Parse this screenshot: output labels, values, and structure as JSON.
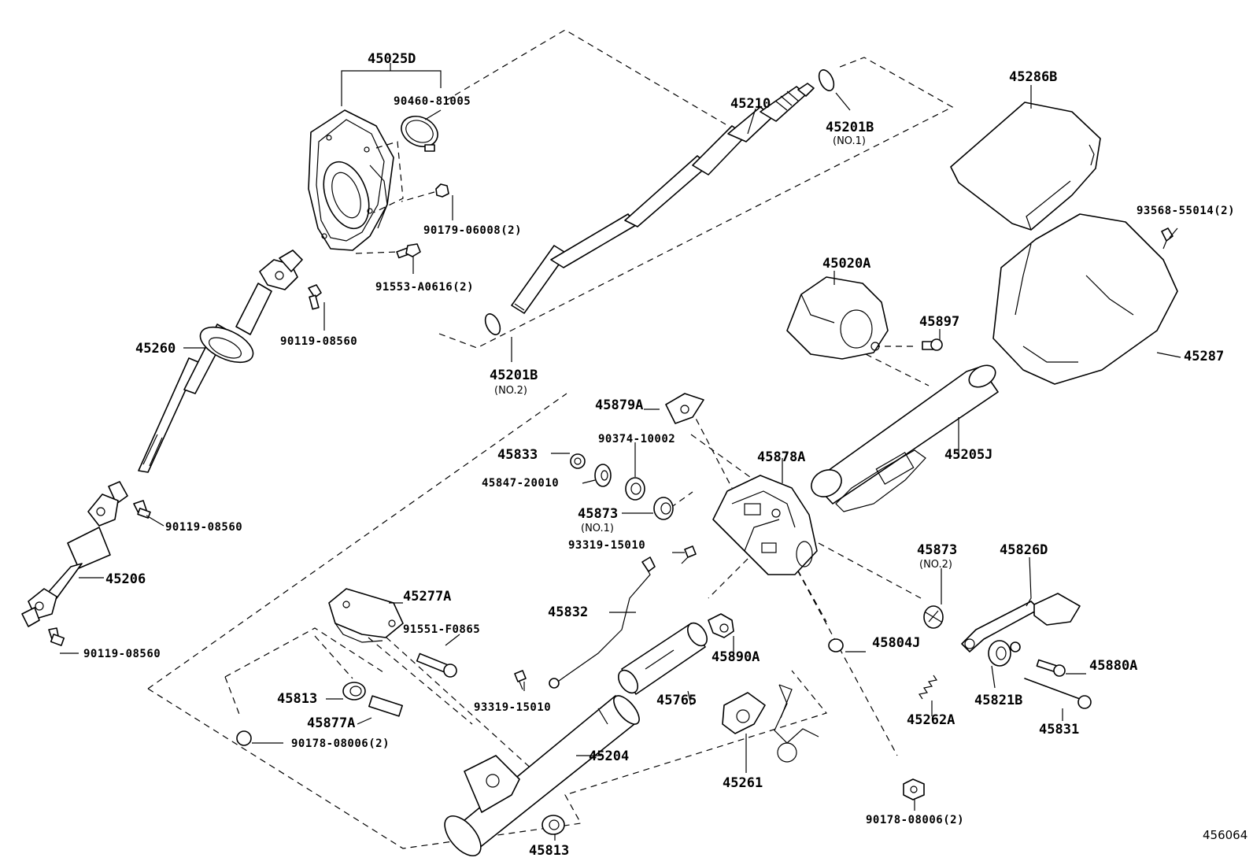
{
  "diagram_code": "456064",
  "labels": {
    "45025D": "45025D",
    "90460_81005": "90460-81005",
    "90179_06008": "90179-06008(2)",
    "91553_A0616": "91553-A0616(2)",
    "90119_08560_a": "90119-08560",
    "90119_08560_b": "90119-08560",
    "90119_08560_c": "90119-08560",
    "45260": "45260",
    "45206": "45206",
    "45210": "45210",
    "45201B_1": "45201B",
    "45201B_1_sub": "(NO.1)",
    "45201B_2": "45201B",
    "45201B_2_sub": "(NO.2)",
    "45286B": "45286B",
    "93568_55014": "93568-55014(2)",
    "45287": "45287",
    "45020A": "45020A",
    "45897": "45897",
    "45205J": "45205J",
    "45879A": "45879A",
    "90374_10002": "90374-10002",
    "45833": "45833",
    "45847_20010": "45847-20010",
    "45873_1": "45873",
    "45873_1_sub": "(NO.1)",
    "45878A": "45878A",
    "93319_15010_a": "93319-15010",
    "93319_15010_b": "93319-15010",
    "45873_2": "45873",
    "45873_2_sub": "(NO.2)",
    "45826D": "45826D",
    "45832": "45832",
    "45277A": "45277A",
    "91551_F0865": "91551-F0865",
    "45890A": "45890A",
    "45804J": "45804J",
    "45880A": "45880A",
    "45813_a": "45813",
    "45813_b": "45813",
    "45877A": "45877A",
    "90178_08006_a": "90178-08006(2)",
    "90178_08006_b": "90178-08006(2)",
    "45765": "45765",
    "45262A": "45262A",
    "45821B": "45821B",
    "45831": "45831",
    "45204": "45204",
    "45261": "45261"
  }
}
